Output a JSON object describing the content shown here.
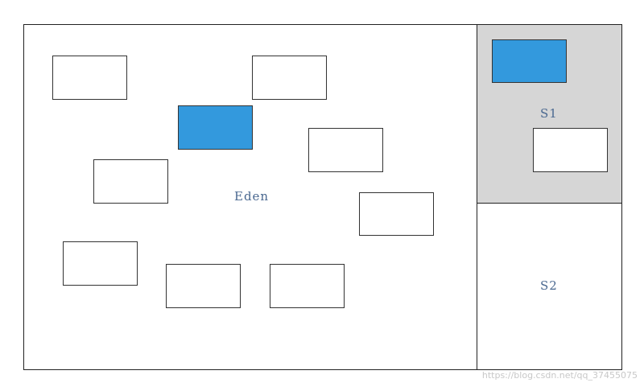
{
  "regions": {
    "eden": {
      "label": "Eden"
    },
    "s1": {
      "label": "S1"
    },
    "s2": {
      "label": "S2"
    }
  },
  "colors": {
    "live_object": "#3399dd",
    "dead_object": "#ffffff",
    "survivor_active_bg": "#d6d6d6"
  },
  "watermark": "https://blog.csdn.net/qq_37455075"
}
